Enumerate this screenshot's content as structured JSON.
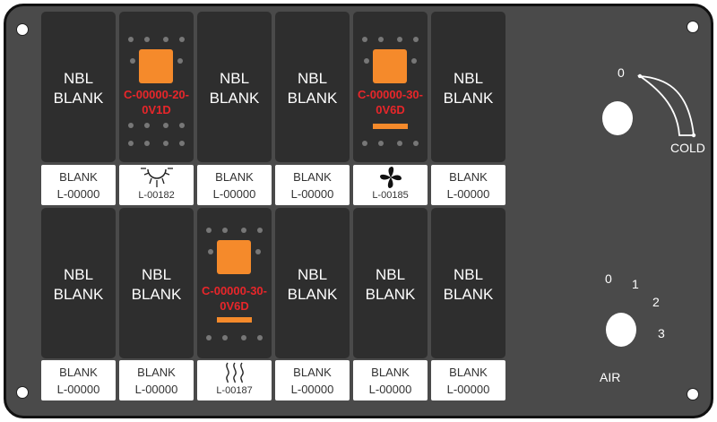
{
  "switches_top": [
    {
      "type": "blank",
      "text": "NBL\nBLANK"
    },
    {
      "type": "rocker",
      "code": "C-00000-20-\n0V1D",
      "bar": false
    },
    {
      "type": "blank",
      "text": "NBL\nBLANK"
    },
    {
      "type": "blank",
      "text": "NBL\nBLANK"
    },
    {
      "type": "rocker",
      "code": "C-00000-30-\n0V6D",
      "bar": true
    },
    {
      "type": "blank",
      "text": "NBL\nBLANK"
    }
  ],
  "switches_bottom": [
    {
      "type": "blank",
      "text": "NBL\nBLANK"
    },
    {
      "type": "blank",
      "text": "NBL\nBLANK"
    },
    {
      "type": "rocker",
      "code": "C-00000-30-\n0V6D",
      "bar": true
    },
    {
      "type": "blank",
      "text": "NBL\nBLANK"
    },
    {
      "type": "blank",
      "text": "NBL\nBLANK"
    },
    {
      "type": "blank",
      "text": "NBL\nBLANK"
    }
  ],
  "labels_top": [
    {
      "line1": "BLANK",
      "line2": "L-00000"
    },
    {
      "icon": "sun-icon",
      "line2": "L-00182"
    },
    {
      "line1": "BLANK",
      "line2": "L-00000"
    },
    {
      "line1": "BLANK",
      "line2": "L-00000"
    },
    {
      "icon": "fan-icon",
      "line2": "L-00185"
    },
    {
      "line1": "BLANK",
      "line2": "L-00000"
    }
  ],
  "labels_bottom": [
    {
      "line1": "BLANK",
      "line2": "L-00000"
    },
    {
      "line1": "BLANK",
      "line2": "L-00000"
    },
    {
      "icon": "heat-icon",
      "line2": "L-00187"
    },
    {
      "line1": "BLANK",
      "line2": "L-00000"
    },
    {
      "line1": "BLANK",
      "line2": "L-00000"
    },
    {
      "line1": "BLANK",
      "line2": "L-00000"
    }
  ],
  "temp_knob": {
    "zero": "0",
    "cold": "COLD"
  },
  "air_knob": {
    "pos0": "0",
    "pos1": "1",
    "pos2": "2",
    "pos3": "3",
    "label": "AIR"
  },
  "colors": {
    "panel": "#4a4a4a",
    "switch": "#2e2e2e",
    "accent": "#f58a2b",
    "code": "#e8262a"
  }
}
